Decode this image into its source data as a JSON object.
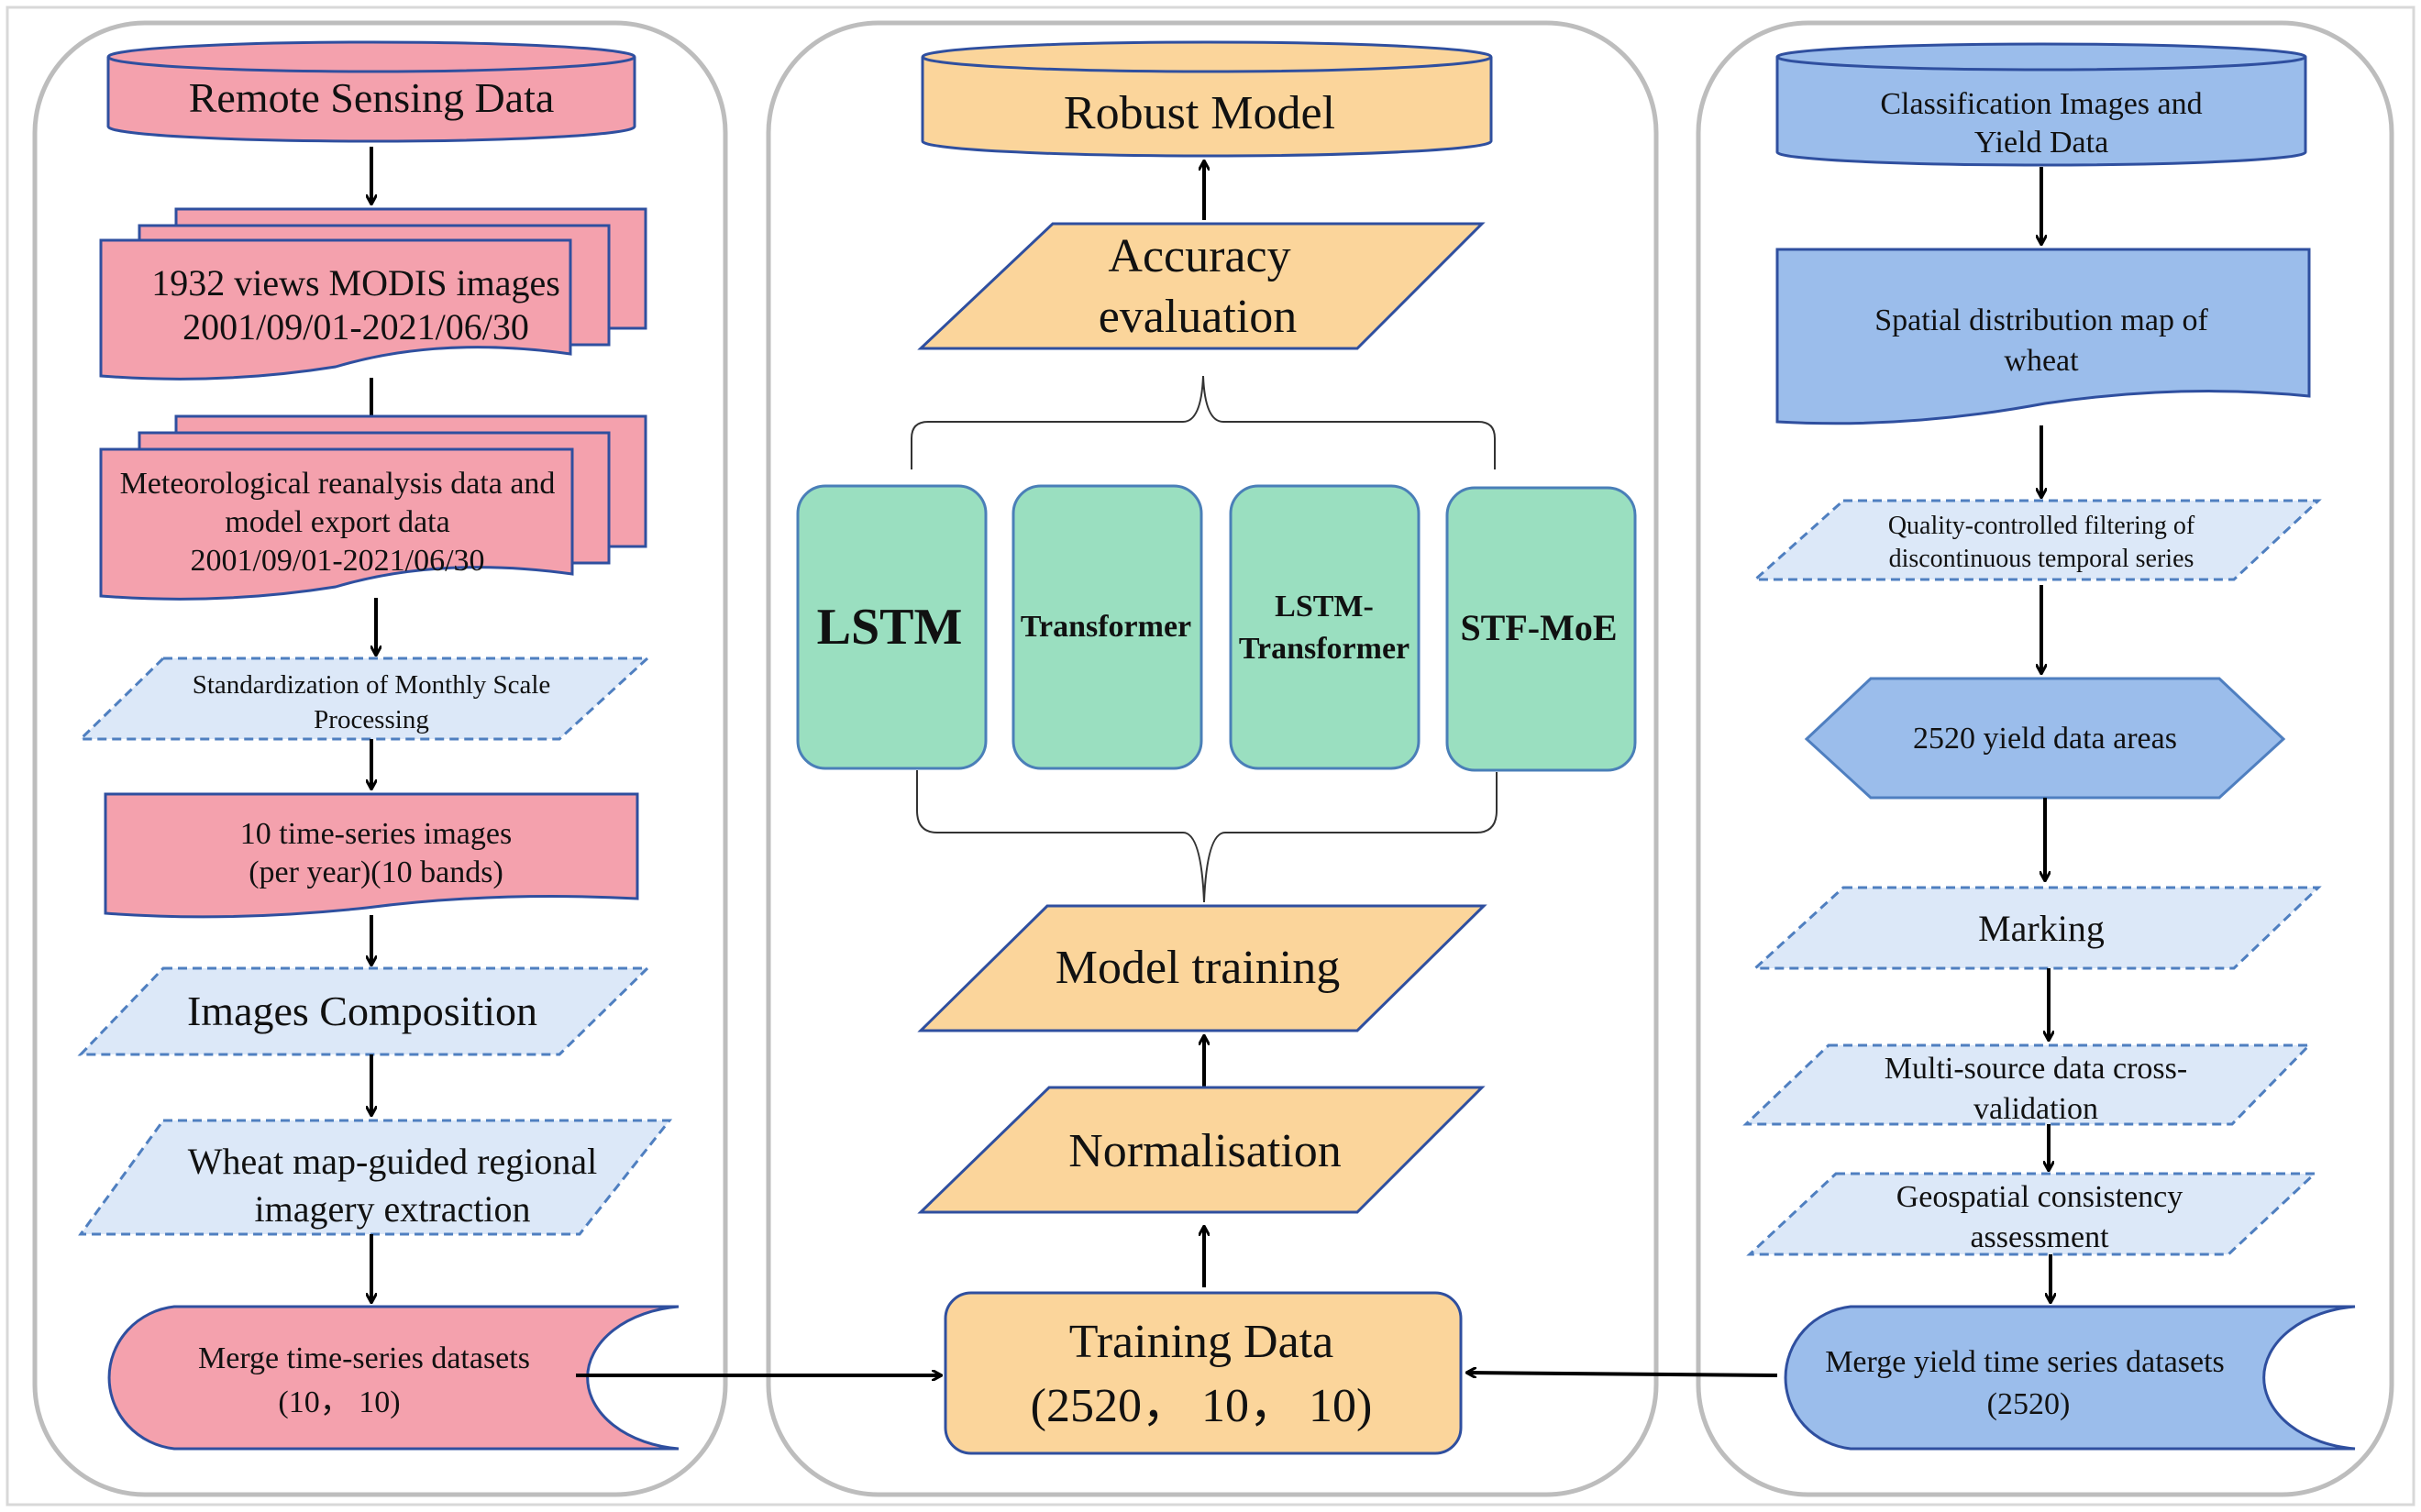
{
  "colors": {
    "pink": "#F4A1AD",
    "pink_stroke": "#2F4F9F",
    "light_blue": "#DCE8F8",
    "dashed_stroke": "#4F7FC0",
    "orange": "#FBD59B",
    "green": "#9ADFC0",
    "green_stroke": "#4A7FB8",
    "blue": "#9BBDEB",
    "panel_border": "#BDBDBD",
    "arrow": "#000000"
  },
  "left": {
    "remote_sensing": "Remote Sensing Data",
    "modis_line1": "1932 views MODIS images",
    "modis_line2": "2001/09/01-2021/06/30",
    "meteo_line1": "Meteorological reanalysis data and",
    "meteo_line2": "model export data",
    "meteo_line3": "2001/09/01-2021/06/30",
    "standardization_line1": "Standardization of Monthly Scale",
    "standardization_line2": "Processing",
    "timeseries_line1": "10 time-series images",
    "timeseries_line2": "(per year)(10 bands)",
    "images_composition": "Images Composition",
    "wheat_map_line1": "Wheat map-guided regional",
    "wheat_map_line2": "imagery extraction",
    "merge_line1": "Merge time-series datasets",
    "merge_line2": "(10， 10)"
  },
  "middle": {
    "robust_model": "Robust Model",
    "accuracy_line1": "Accuracy",
    "accuracy_line2": "evaluation",
    "models": [
      {
        "line1": "LSTM",
        "line2": ""
      },
      {
        "line1": "Transformer",
        "line2": ""
      },
      {
        "line1": "LSTM-",
        "line2": "Transformer"
      },
      {
        "line1": "STF-MoE",
        "line2": ""
      }
    ],
    "model_training": "Model training",
    "normalisation": "Normalisation",
    "training_data_line1": "Training Data",
    "training_data_line2": "(2520， 10， 10)"
  },
  "right": {
    "classification_line1": "Classification Images and",
    "classification_line2": "Yield Data",
    "spatial_line1": "Spatial distribution map of",
    "spatial_line2": "wheat",
    "quality_line1": "Quality-controlled filtering of",
    "quality_line2": "discontinuous temporal series",
    "yield_areas": "2520 yield data areas",
    "marking": "Marking",
    "multisource_line1": "Multi-source data cross-",
    "multisource_line2": "validation",
    "geospatial_line1": "Geospatial consistency",
    "geospatial_line2": "assessment",
    "merge_yield_line1": "Merge yield time series datasets",
    "merge_yield_line2": "(2520)"
  }
}
